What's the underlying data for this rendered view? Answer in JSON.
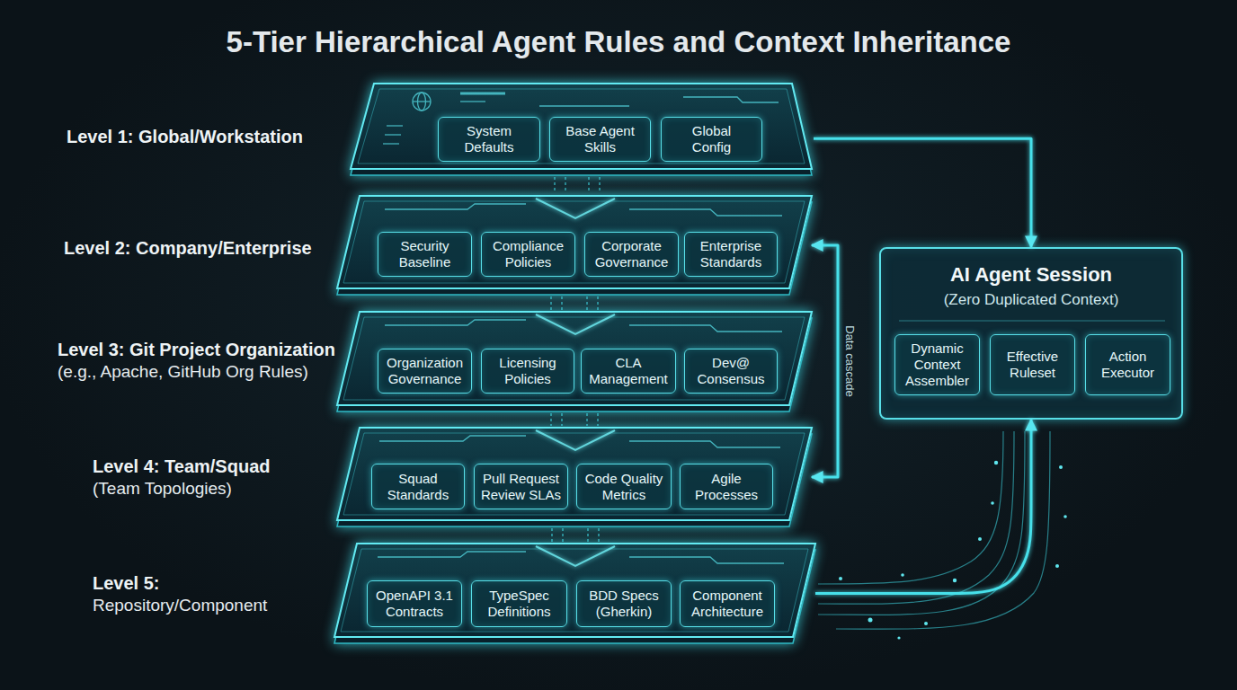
{
  "diagram": {
    "title": "5-Tier Hierarchical Agent Rules and Context Inheritance",
    "nodes": [
      {
        "text": [
          "Level 1: Global/Workstation"
        ]
      },
      {
        "text": [
          "System Defaults"
        ],
        "in": 0
      },
      {
        "text": [
          "Base Agent Skills"
        ],
        "in": 0
      },
      {
        "text": [
          "Global Config"
        ],
        "in": 0
      },
      {
        "text": [
          "Level 2: Company/Enterprise"
        ]
      },
      {
        "text": [
          "Security Baseline"
        ],
        "in": 4
      },
      {
        "text": [
          "Compliance Policies"
        ],
        "in": 4
      },
      {
        "text": [
          "Corporate Governance"
        ],
        "in": 4
      },
      {
        "text": [
          "Enterprise Standards"
        ],
        "in": 4
      },
      {
        "text": [
          "Level 3: Git Project Organization",
          "(e.g., Apache, GitHub Org Rules)"
        ]
      },
      {
        "text": [
          "Organization Governance"
        ],
        "in": 9
      },
      {
        "text": [
          "Licensing Policies"
        ],
        "in": 9
      },
      {
        "text": [
          "CLA Management"
        ],
        "in": 9
      },
      {
        "text": [
          "Dev@ Consensus"
        ],
        "in": 9
      },
      {
        "text": [
          "Level 4: Team/Squad",
          "(Team Topologies)"
        ]
      },
      {
        "text": [
          "Squad Standards"
        ],
        "in": 14
      },
      {
        "text": [
          "Pull Request Review SLAs"
        ],
        "in": 14
      },
      {
        "text": [
          "Code Quality Metrics"
        ],
        "in": 14
      },
      {
        "text": [
          "Agile Processes"
        ],
        "in": 14
      },
      {
        "text": [
          "Level 5:",
          "Repository/Component"
        ]
      },
      {
        "text": [
          "OpenAPI 3.1 Contracts"
        ],
        "in": 19
      },
      {
        "text": [
          "TypeSpec Definitions"
        ],
        "in": 19
      },
      {
        "text": [
          "BDD Specs (Gherkin)"
        ],
        "in": 19
      },
      {
        "text": [
          "Component Architecture"
        ],
        "in": 19
      },
      {
        "text": [
          "AI Agent Session",
          "(Zero Duplicated Context)"
        ]
      },
      {
        "text": [
          "Dynamic Context Assembler"
        ],
        "in": 24
      },
      {
        "text": [
          "Effective Ruleset"
        ],
        "in": 24
      },
      {
        "text": [
          "Action Executor"
        ],
        "in": 24
      }
    ],
    "edges": [
      {
        "from": 0,
        "to": 4,
        "arrow": "to"
      },
      {
        "from": 4,
        "to": 9,
        "arrow": "to"
      },
      {
        "from": 9,
        "to": 14,
        "arrow": "to"
      },
      {
        "from": 14,
        "to": 19,
        "arrow": "to"
      },
      {
        "from": 0,
        "to": 24,
        "arrow": "to"
      },
      {
        "from": 4,
        "to": 14,
        "label": "Data cascade",
        "arrow": "both"
      },
      {
        "from": 19,
        "to": 24,
        "arrow": "to"
      }
    ]
  }
}
